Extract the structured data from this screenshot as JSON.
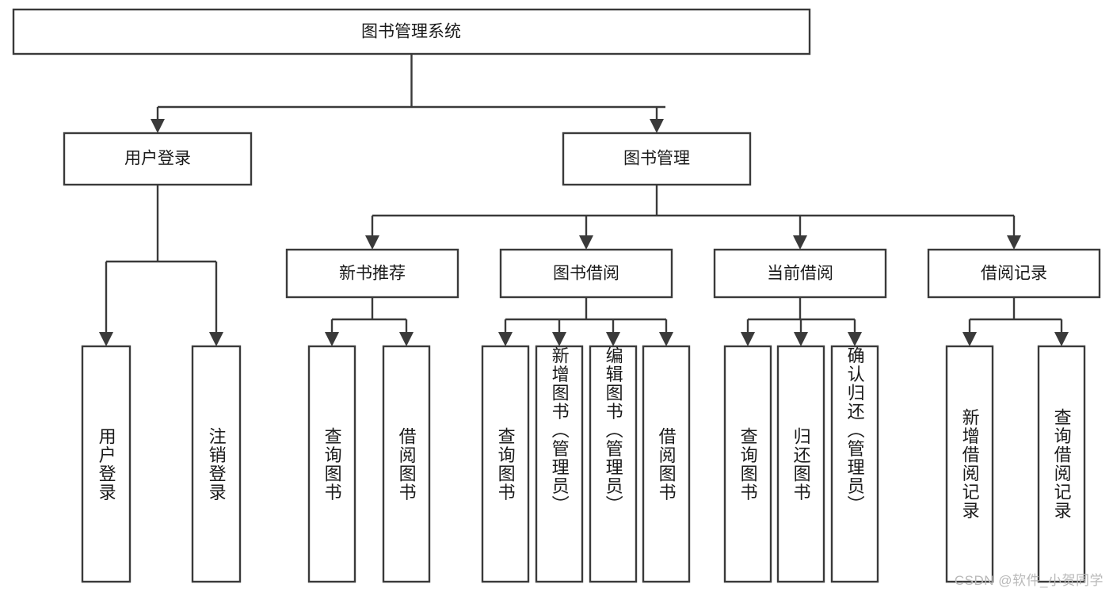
{
  "diagram": {
    "title": "图书管理系统",
    "type": "hierarchy-tree",
    "orientation": "top-down",
    "root": {
      "label": "图书管理系统"
    },
    "level2": [
      {
        "label": "用户登录"
      },
      {
        "label": "图书管理"
      }
    ],
    "level3": [
      {
        "label": "新书推荐"
      },
      {
        "label": "图书借阅"
      },
      {
        "label": "当前借阅"
      },
      {
        "label": "借阅记录"
      }
    ],
    "leaves": {
      "user_login": [
        {
          "label": "用户登录"
        },
        {
          "label": "注销登录"
        }
      ],
      "new_book_recommend": [
        {
          "label": "查询图书"
        },
        {
          "label": "借阅图书"
        }
      ],
      "book_borrow": [
        {
          "label": "查询图书"
        },
        {
          "label": "新增图书（管理员）"
        },
        {
          "label": "编辑图书（管理员）"
        },
        {
          "label": "借阅图书"
        }
      ],
      "current_borrow": [
        {
          "label": "查询图书"
        },
        {
          "label": "归还图书"
        },
        {
          "label": "确认归还（管理员）"
        }
      ],
      "borrow_record": [
        {
          "label": "新增借阅记录"
        },
        {
          "label": "查询借阅记录"
        }
      ]
    }
  },
  "watermark": {
    "text": "CSDN @软件_小贺同学"
  },
  "colors": {
    "stroke": "#3a3a3a",
    "fill": "#ffffff",
    "text": "#1a1a1a",
    "watermark": "#b9b9b9"
  }
}
